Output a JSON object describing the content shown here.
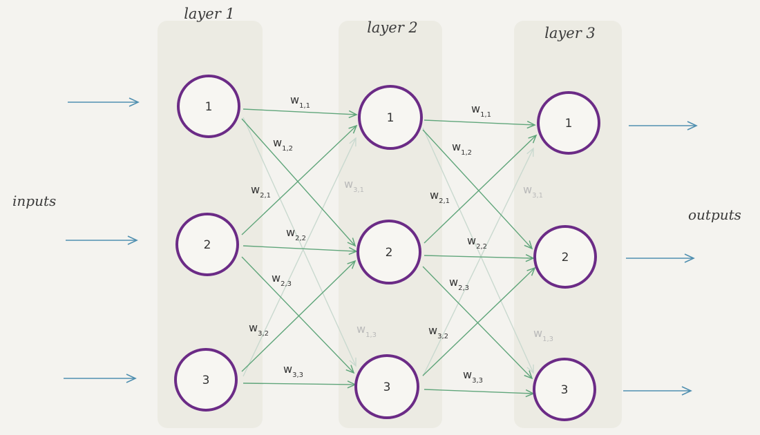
{
  "layers": [
    "layer 1",
    "layer 2",
    "layer 3"
  ],
  "inputs_label": "inputs",
  "outputs_label": "outputs",
  "node_labels": [
    "1",
    "2",
    "3"
  ],
  "colors": {
    "node_stroke": "#6b2b86",
    "weight_arrow": "#5fa57a",
    "io_arrow": "#4f8fb0",
    "faint_arrow": "#c9d9cf"
  },
  "weights_1_2": [
    {
      "label": "w",
      "sub": "1,1"
    },
    {
      "label": "w",
      "sub": "1,2"
    },
    {
      "label": "w",
      "sub": "2,1"
    },
    {
      "label": "w",
      "sub": "2,2"
    },
    {
      "label": "w",
      "sub": "2,3"
    },
    {
      "label": "w",
      "sub": "3,2"
    },
    {
      "label": "w",
      "sub": "3,3"
    }
  ],
  "weights_1_2_faint": [
    {
      "label": "w",
      "sub": "3,1"
    },
    {
      "label": "w",
      "sub": "1,3"
    }
  ],
  "weights_2_3": [
    {
      "label": "w",
      "sub": "1,1"
    },
    {
      "label": "w",
      "sub": "1,2"
    },
    {
      "label": "w",
      "sub": "2,1"
    },
    {
      "label": "w",
      "sub": "2,2"
    },
    {
      "label": "w",
      "sub": "2,3"
    },
    {
      "label": "w",
      "sub": "3,2"
    },
    {
      "label": "w",
      "sub": "3,3"
    }
  ],
  "weights_2_3_faint": [
    {
      "label": "w",
      "sub": "3,1"
    },
    {
      "label": "w",
      "sub": "1,3"
    }
  ]
}
